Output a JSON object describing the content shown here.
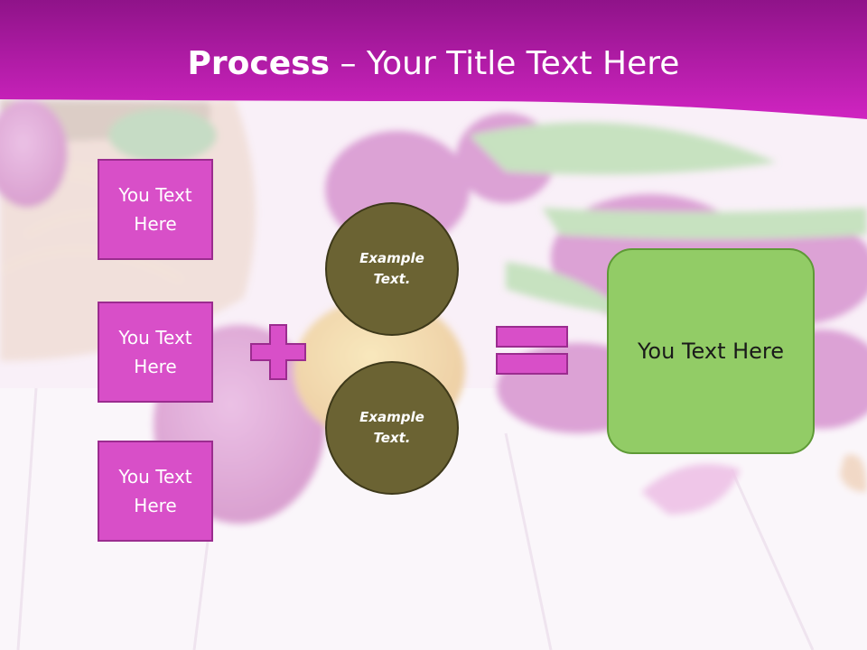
{
  "slide": {
    "title_bold": "Process",
    "title_rest": " – Your Title Text Here"
  },
  "boxes": [
    {
      "text": "You Text Here"
    },
    {
      "text": "You Text Here"
    },
    {
      "text": "You Text Here"
    }
  ],
  "circles": [
    {
      "text": "Example Text."
    },
    {
      "text": "Example Text."
    }
  ],
  "result": {
    "text": "You Text Here"
  },
  "icons": {
    "plus": "plus-icon",
    "equals": "equals-icon"
  },
  "colors": {
    "header": "#c21cb4",
    "box_fill": "#d84fc8",
    "circle_fill": "#6b6333",
    "result_fill": "#92cc66",
    "operator_fill": "#d84fc8"
  }
}
